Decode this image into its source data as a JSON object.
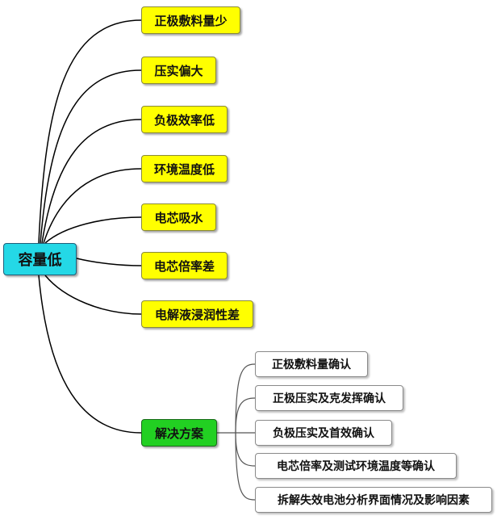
{
  "root": {
    "label": "容量低"
  },
  "branches": [
    {
      "label": "正极敷料量少",
      "color": "#ffff00"
    },
    {
      "label": "压实偏大",
      "color": "#ffff00"
    },
    {
      "label": "负极效率低",
      "color": "#ffff00"
    },
    {
      "label": "环境温度低",
      "color": "#ffff00"
    },
    {
      "label": "电芯吸水",
      "color": "#ffff00"
    },
    {
      "label": "电芯倍率差",
      "color": "#ffff00"
    },
    {
      "label": "电解液浸润性差",
      "color": "#ffff00"
    },
    {
      "label": "解决方案",
      "color": "#22d022"
    }
  ],
  "solutions": [
    {
      "label": "正极敷料量确认"
    },
    {
      "label": "正极压实及克发挥确认"
    },
    {
      "label": "负极压实及首效确认"
    },
    {
      "label": "电芯倍率及测试环境温度等确认"
    },
    {
      "label": "拆解失效电池分析界面情况及影响因素"
    }
  ],
  "colors": {
    "root": "#24d8e6",
    "cause": "#ffff00",
    "solution_branch": "#22d022",
    "solution_item": "#ffffff",
    "connector": "#000000"
  }
}
